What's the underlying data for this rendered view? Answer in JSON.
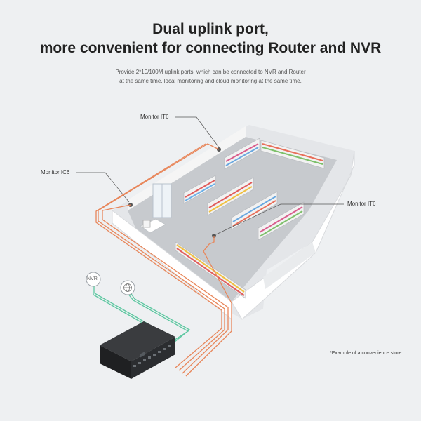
{
  "title": {
    "line1": "Dual uplink port,",
    "line2": "more convenient for connecting Router and NVR"
  },
  "subtitle": {
    "line1": "Provide 2*10/100M uplink ports, which can be connected to NVR and Router",
    "line2": "at the same time, local monitoring and cloud monitoring at the same time."
  },
  "labels": {
    "monitor_it6_top": "Monitor  IT6",
    "monitor_ic6": "Monitor  IC6",
    "monitor_it6_right": "Monitor  IT6",
    "nvr": "NVR"
  },
  "icons": {
    "router": "globe-icon"
  },
  "footnote": "*Example of a convenience store",
  "colors": {
    "background": "#eef0f2",
    "cable_orange": "#e8865a",
    "cable_green": "#5cc7a0",
    "wall": "#ffffff",
    "floor": "#c9ccd0",
    "switch_body": "#2d2f32"
  }
}
